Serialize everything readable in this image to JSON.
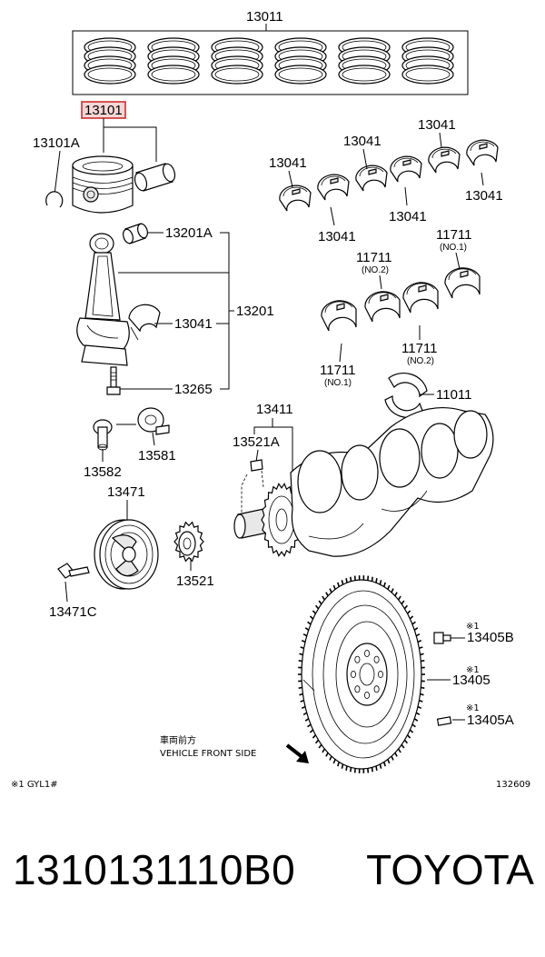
{
  "labels": {
    "piston_ring_set": "13011",
    "piston_sub_assy": "13101",
    "piston_pin_snap": "13101A",
    "bearing_a": "13041",
    "bearing_b": "13041",
    "bearing_c": "13041",
    "bearing_d": "13041",
    "bearing_e": "13041",
    "bearing_f": "13041",
    "pin_bushing": "13201A",
    "conrod_assy": "13201",
    "conrod_bearing": "13041",
    "conrod_bolt": "13265",
    "main_bearing_1a": "11711",
    "main_bearing_1a_sub": "(NO.1)",
    "main_bearing_2a": "11711",
    "main_bearing_2a_sub": "(NO.2)",
    "main_bearing_2b": "11711",
    "main_bearing_2b_sub": "(NO.2)",
    "main_bearing_1b": "11711",
    "main_bearing_1b_sub": "(NO.1)",
    "thrust_washer": "11011",
    "crankshaft": "13411",
    "crank_key": "13521A",
    "pulley_bolt": "13582",
    "pulley_washer": "13581",
    "pulley": "13471",
    "pulley_bolt_2": "13471C",
    "timing_gear": "13521",
    "flywheel_bolt_b": "13405B",
    "flywheel": "13405",
    "flywheel_bolt_a": "13405A",
    "mark_1": "※1",
    "mark_2": "※1",
    "mark_3": "※1"
  },
  "direction": {
    "japanese": "車両前方",
    "english": "VEHICLE FRONT SIDE"
  },
  "note": "※1 GYL1#",
  "diagram_id": "132609",
  "footer": {
    "part_number": "1310131110B0",
    "brand": "TOYOTA"
  },
  "highlight_color": "#cc2222",
  "highlight_fill": "#f6d6d6"
}
